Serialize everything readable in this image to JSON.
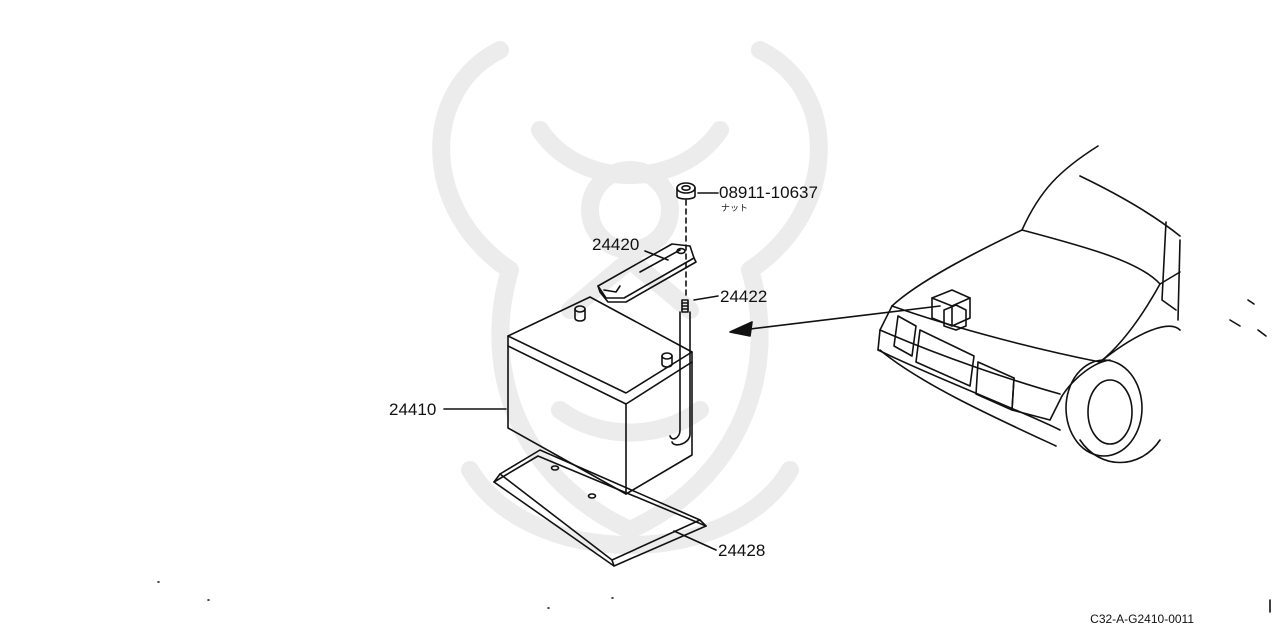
{
  "parts": [
    {
      "id": "nut",
      "number": "08911-10637",
      "sub": "ナット"
    },
    {
      "id": "clamp",
      "number": "24420"
    },
    {
      "id": "bolt",
      "number": "24422"
    },
    {
      "id": "battery",
      "number": "24410"
    },
    {
      "id": "tray",
      "number": "24428"
    }
  ],
  "reference_code": "C32-A-G2410-0011",
  "colors": {
    "line": "#111111",
    "watermark": "#ececec"
  }
}
